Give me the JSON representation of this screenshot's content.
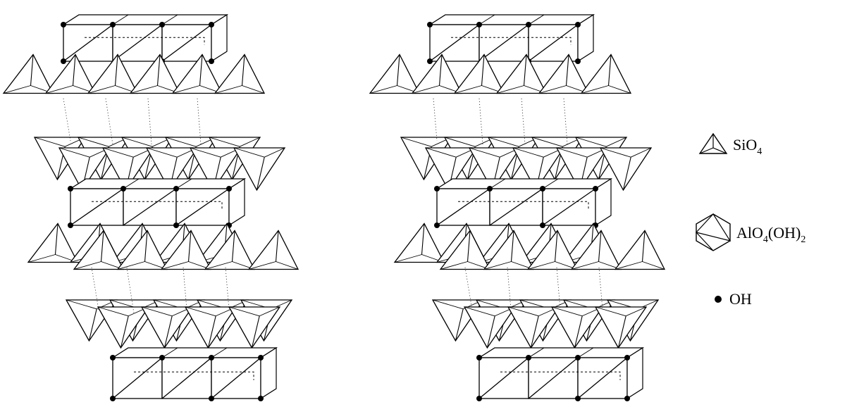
{
  "legend": {
    "tetrahedron": {
      "main": "SiO",
      "sub": "4",
      "icon": "tetrahedron-icon"
    },
    "octahedron": {
      "main": "AlO",
      "sub1": "4",
      "mid": "(OH)",
      "sub2": "2",
      "icon": "octahedron-icon"
    },
    "hydroxyl": {
      "main": "OH",
      "icon": "dot-icon"
    }
  },
  "colors": {
    "line": "#000000",
    "fill": "#ffffff"
  }
}
